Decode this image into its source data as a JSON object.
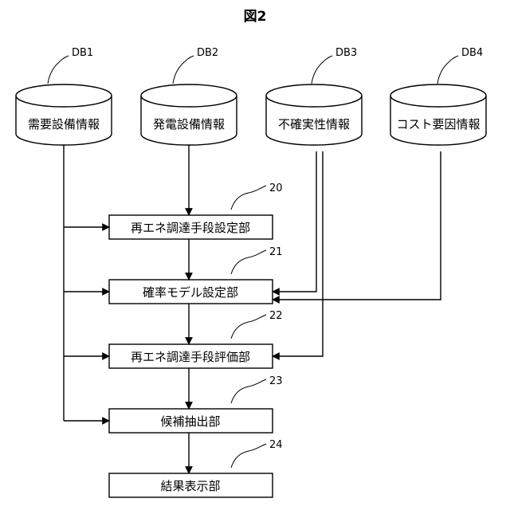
{
  "figure": {
    "title": "図2"
  },
  "databases": [
    {
      "id": "DB1",
      "label": "需要設備情報"
    },
    {
      "id": "DB2",
      "label": "発電設備情報"
    },
    {
      "id": "DB3",
      "label": "不確実性情報"
    },
    {
      "id": "DB4",
      "label": "コスト要因情報"
    }
  ],
  "units": [
    {
      "ref": "20",
      "label": "再エネ調達手段設定部"
    },
    {
      "ref": "21",
      "label": "確率モデル設定部"
    },
    {
      "ref": "22",
      "label": "再エネ調達手段評価部"
    },
    {
      "ref": "23",
      "label": "候補抽出部"
    },
    {
      "ref": "24",
      "label": "結果表示部"
    }
  ]
}
